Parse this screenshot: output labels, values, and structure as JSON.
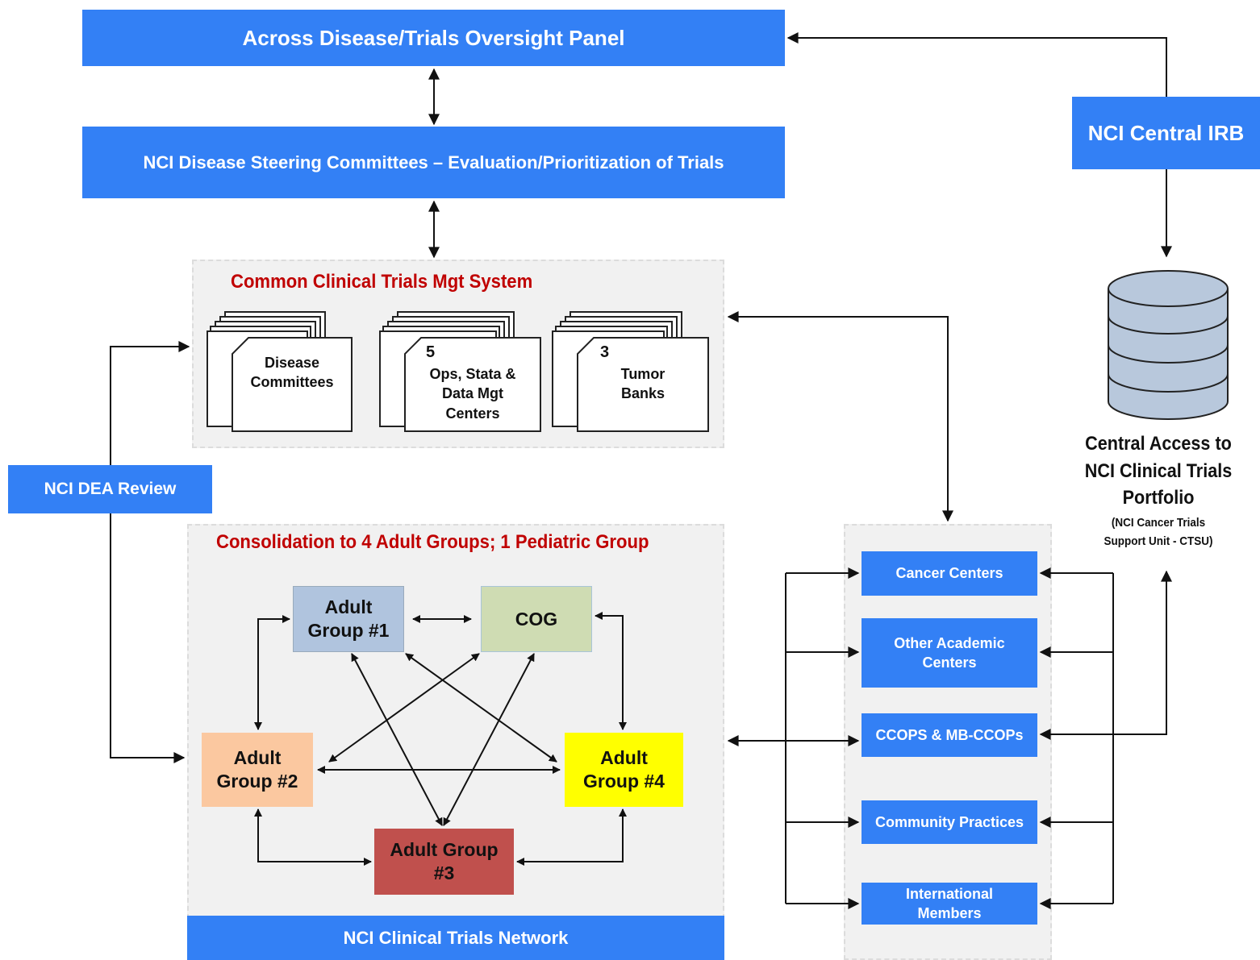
{
  "top": {
    "oversight_panel": "Across Disease/Trials Oversight Panel",
    "steering_committees": "NCI Disease Steering Committees – Evaluation/Prioritization of Trials",
    "central_irb": "NCI Central IRB"
  },
  "ctms": {
    "title": "Common Clinical Trials Mgt System",
    "docs": [
      {
        "number": "",
        "label": "Disease\nCommittees"
      },
      {
        "number": "5",
        "label": "Ops, Stata &\nData Mgt\nCenters"
      },
      {
        "number": "3",
        "label": "Tumor\nBanks"
      }
    ]
  },
  "dea_review": "NCI DEA Review",
  "portfolio": {
    "title": "Central Access to\nNCI Clinical Trials\nPortfolio",
    "subtitle": "(NCI Cancer Trials\nSupport Unit - CTSU)"
  },
  "network": {
    "title": "Consolidation to 4 Adult Groups; 1 Pediatric Group",
    "footer": "NCI Clinical Trials Network",
    "groups": {
      "g1": {
        "label": "Adult\nGroup #1",
        "color": "#b0c4de"
      },
      "cog": {
        "label": "COG",
        "color": "#cfdcb3"
      },
      "g2": {
        "label": "Adult\nGroup #2",
        "color": "#fbc8a0"
      },
      "g4": {
        "label": "Adult\nGroup #4",
        "color": "#ffff00"
      },
      "g3": {
        "label": "Adult Group\n#3",
        "color": "#c0504d"
      }
    }
  },
  "sites": [
    "Cancer Centers",
    "Other Academic\nCenters",
    "CCOPS & MB-CCOPs",
    "Community Practices",
    "International\nMembers"
  ],
  "colors": {
    "accent_blue": "#3380F5",
    "title_red": "#c00000",
    "panel_gray": "#f1f1f1"
  }
}
